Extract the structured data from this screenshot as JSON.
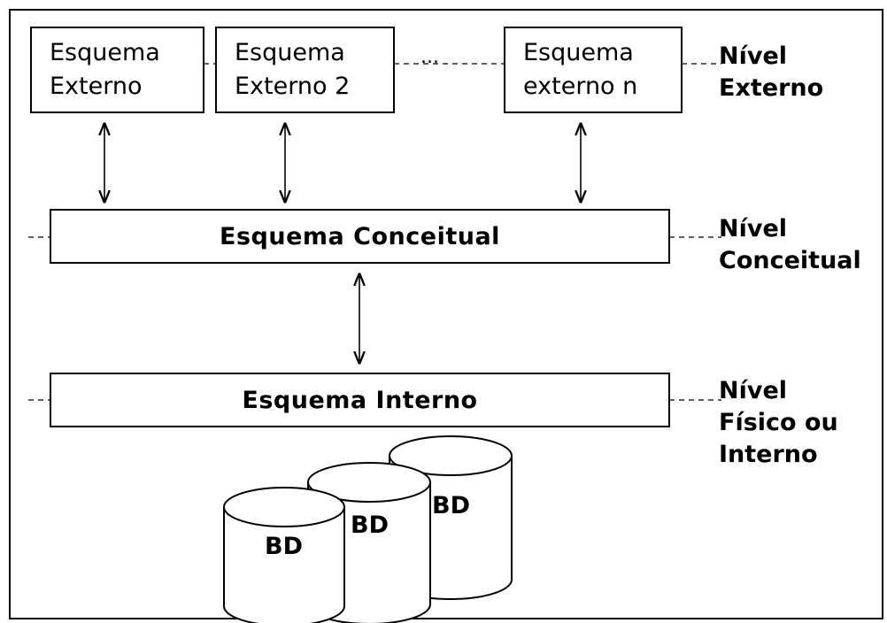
{
  "external_schemas": [
    {
      "line1": "Esquema",
      "line2": "Externo"
    },
    {
      "line1": "Esquema",
      "line2": "Externo 2"
    },
    {
      "line1": "Esquema",
      "line2": "externo n"
    }
  ],
  "ellipsis": "...",
  "conceptual_schema": "Esquema Conceitual",
  "internal_schema": "Esquema Interno",
  "levels": {
    "external": [
      "Nível",
      "Externo"
    ],
    "conceptual": [
      "Nível",
      "Conceitual"
    ],
    "internal": [
      "Nível",
      "Físico ou",
      "Interno"
    ]
  },
  "databases": [
    "BD",
    "BD",
    "BD"
  ]
}
